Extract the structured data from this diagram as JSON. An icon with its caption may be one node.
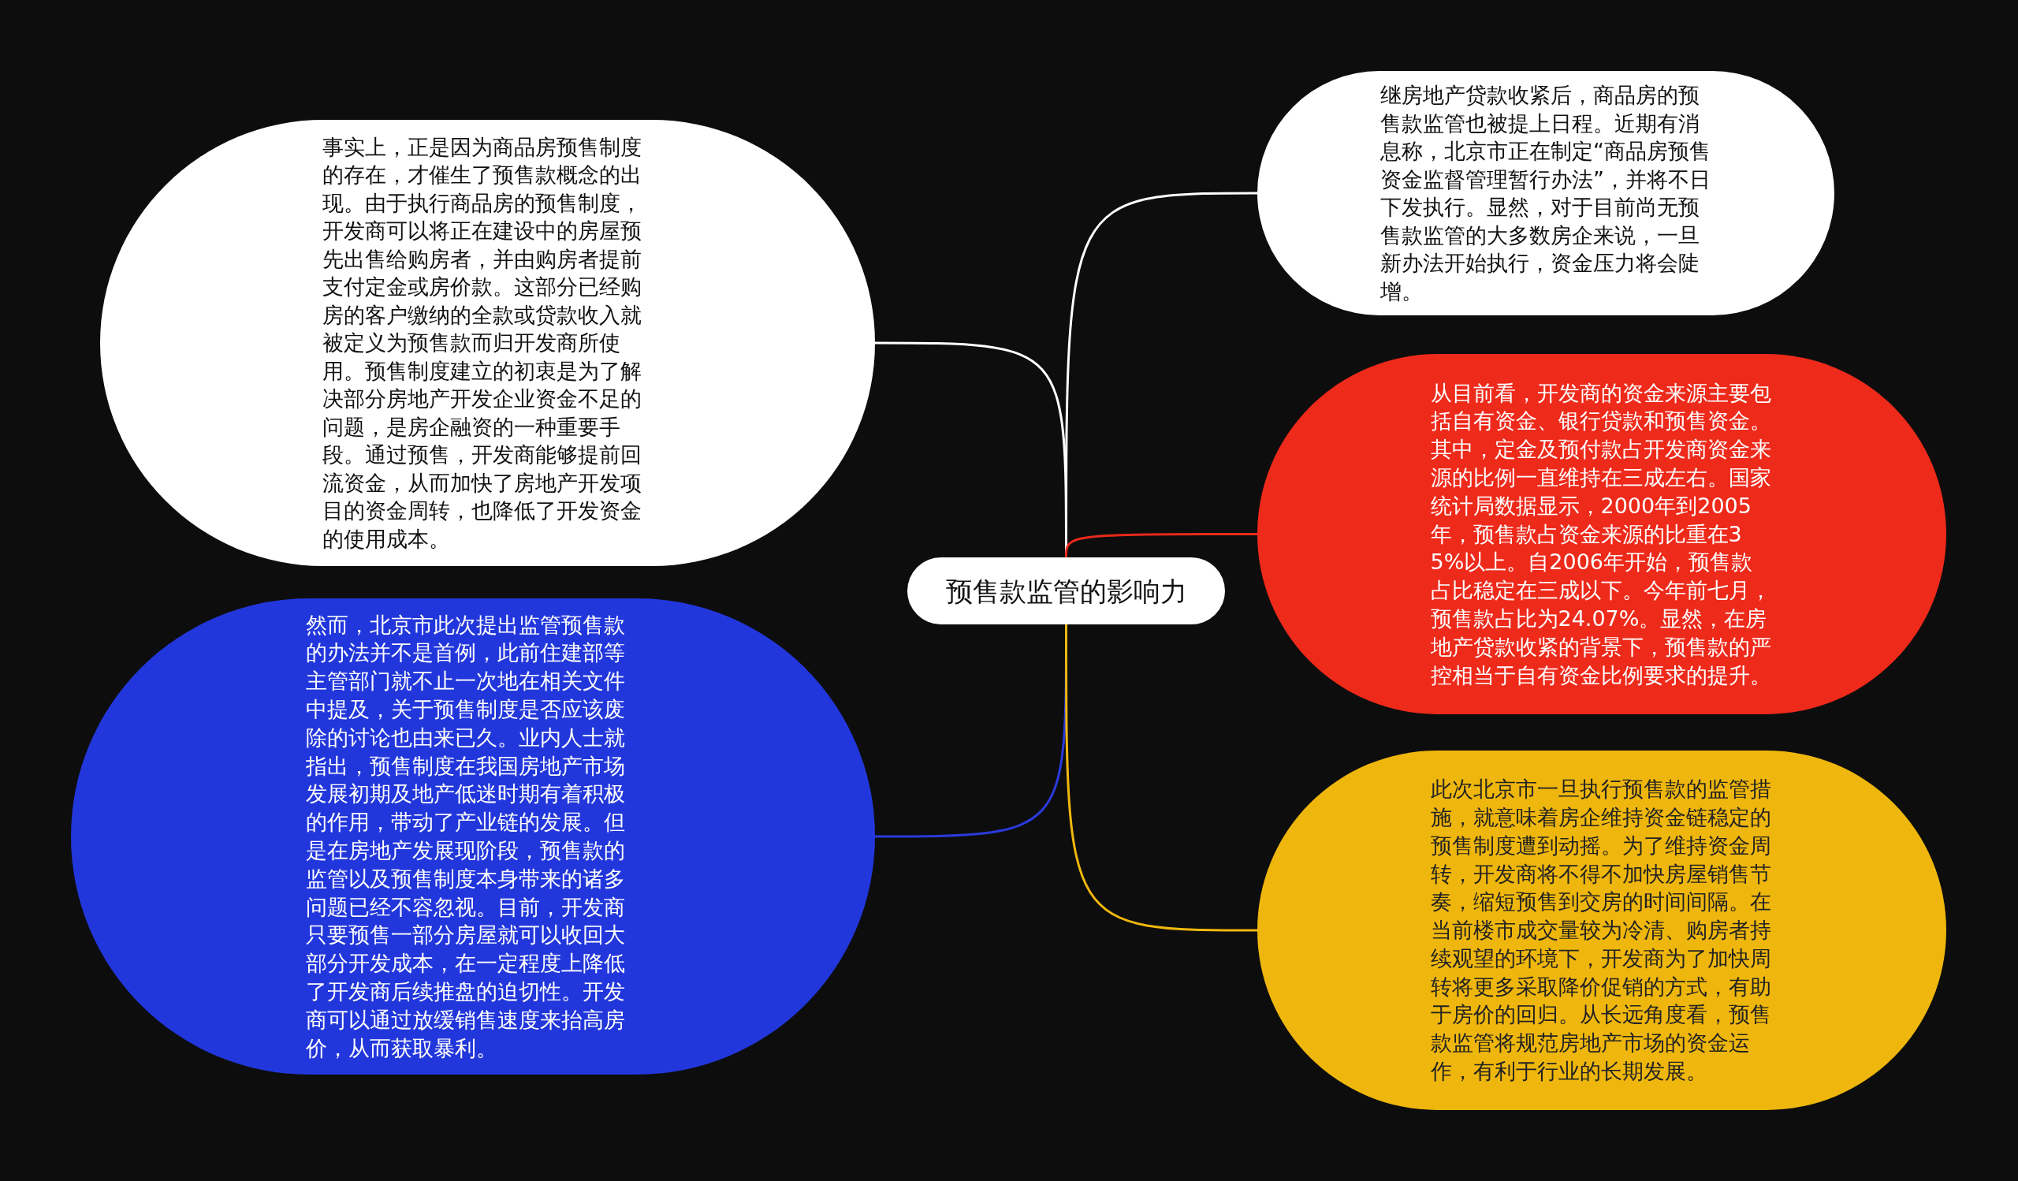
{
  "diagram": {
    "nodes": [
      {
        "text": [
          "预售款监管的影响力"
        ]
      },
      {
        "text": [
          "事实上，正是因为商品房预售制度的存在，才催生了预售款概念的出现。由于执行商品房的预售制度，开发商可以将正在建设中的房屋预先出售给购房者，并由购房者提前支付定金或房价款。这部分已经购房的客户缴纳的全款或贷款收入就被定义为预售款而归开发商所使用。预售制度建立的初衷是为了解决部分房地产开发企业资金不足的问题，是房企融资的一种重要手段。通过预售，开发商能够提前回流资金，从而加快了房地产开发项目的资金周转，也降低了开发资金的使用成本。"
        ]
      },
      {
        "text": [
          "然而，北京市此次提出监管预售款的办法并不是首例，此前住建部等主管部门就不止一次地在相关文件中提及，关于预售制度是否应该废除的讨论也由来已久。业内人士就指出，预售制度在我国房地产市场发展初期及地产低迷时期有着积极的作用，带动了产业链的发展。但是在房地产发展现阶段，预售款的监管以及预售制度本身带来的诸多问题已经不容忽视。目前，开发商只要预售一部分房屋就可以收回大部分开发成本，在一定程度上降低了开发商后续推盘的迫切性。开发商可以通过放缓销售速度来抬高房价，从而获取暴利。"
        ]
      },
      {
        "text": [
          "继房地产贷款收紧后，商品房的预售款监管也被提上日程。近期有消息称，北京市正在制定“商品房预售资金监督管理暂行办法”，并将不日下发执行。显然，对于目前尚无预售款监管的大多数房企来说，一旦新办法开始执行，资金压力将会陡增。"
        ]
      },
      {
        "text": [
          "从目前看，开发商的资金来源主要包括自有资金、银行贷款和预售资金。其中，定金及预付款占开发商资金来源的比例一直维持在三成左右。国家统计局数据显示，2000年到2005年，预售款占资金来源的比重在35%以上。自2006年开始，预售款占比稳定在三成以下。今年前七月，预售款占比为24.07%。显然，在房地产贷款收紧的背景下，预售款的严控相当于自有资金比例要求的提升。"
        ]
      },
      {
        "text": [
          "此次北京市一旦执行预售款的监管措施，就意味着房企维持资金链稳定的预售制度遭到动摇。为了维持资金周转，开发商将不得不加快房屋销售节奏，缩短预售到交房的时间间隔。在当前楼市成交量较为冷清、购房者持续观望的环境下，开发商为了加快周转将更多采取降价促销的方式，有助于房价的回归。从长远角度看，预售款监管将规范房地产市场的资金运作，有利于行业的长期发展。"
        ]
      }
    ],
    "edges": [
      {
        "from": 0,
        "to": 1,
        "arrow": "none",
        "color": "#ffffff"
      },
      {
        "from": 0,
        "to": 2,
        "arrow": "none",
        "color": "#2a3ad9"
      },
      {
        "from": 0,
        "to": 3,
        "arrow": "none",
        "color": "#ffffff"
      },
      {
        "from": 0,
        "to": 4,
        "arrow": "none",
        "color": "#e8291c"
      },
      {
        "from": 0,
        "to": 5,
        "arrow": "none",
        "color": "#f0b70d"
      }
    ]
  }
}
